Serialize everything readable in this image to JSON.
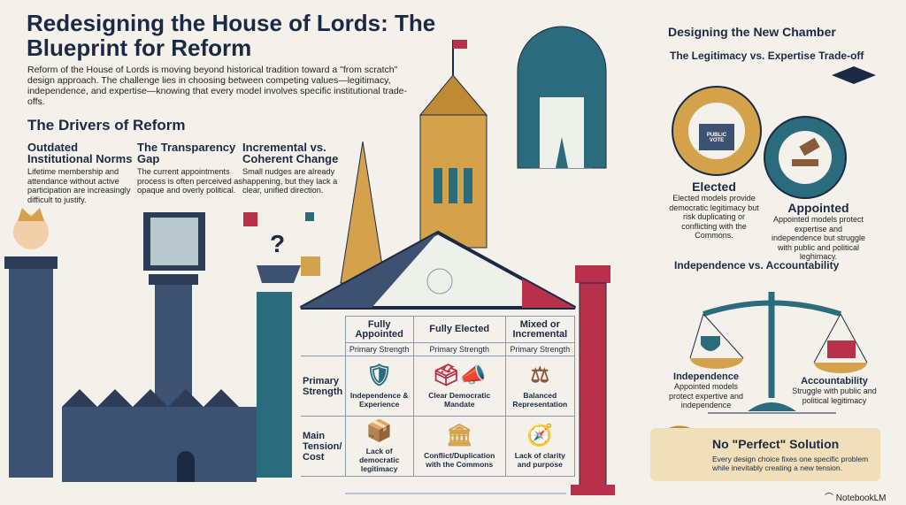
{
  "title": "Redesigning the House of Lords: The Blueprint for Reform",
  "intro": "Reform of the House of Lords is moving beyond historical tradition toward a \"from scratch\" design approach. The challenge lies in choosing between competing values—legitimacy, independence, and expertise—knowing that every model involves specific institutional trade-offs.",
  "drivers": {
    "heading": "The Drivers of Reform",
    "items": [
      {
        "title": "Outdated Institutional Norms",
        "text": "Lifetime membership and attendance without active participation are increasingly difficult to justify."
      },
      {
        "title": "The Transparency Gap",
        "text": "The current appointments process is often perceived as opaque and overly political."
      },
      {
        "title": "Incremental vs. Coherent Change",
        "text": "Small nudges are already happening, but they lack a clear, unified direction."
      }
    ]
  },
  "table": {
    "columns": [
      "Fully Appointed",
      "Fully Elected",
      "Mixed or Incremental"
    ],
    "subheader": "Primary Strength",
    "rows": [
      {
        "label": "Primary Strength",
        "cells": [
          "Independence & Experience",
          "Clear Democratic Mandate",
          "Balanced Representation"
        ]
      },
      {
        "label": "Main Tension/ Cost",
        "cells": [
          "Lack of democratic legitimacy",
          "Conflict/Duplication with the Commons",
          "Lack of clarity and purpose"
        ]
      }
    ]
  },
  "right": {
    "heading": "Designing the New Chamber",
    "subheading": "The Legitimacy vs. Expertise Trade-off",
    "vote_label": "PUBLIC VOTE",
    "elected": {
      "title": "Elected",
      "text": "Elected models provide democratic legitimacy but risk duplicating or conflicting with the Commons."
    },
    "appointed": {
      "title": "Appointed",
      "text": "Appointed models protect expertise and independence but struggle with public and political leghimacy."
    },
    "subheading2": "Independence vs. Accountability",
    "independence": {
      "title": "Independence",
      "text": "Appointed models protect expertive and independence"
    },
    "accountability": {
      "title": "Accountability",
      "text": "Struggle with public and political legitimacy"
    }
  },
  "solution": {
    "title": "No \"Perfect\" Solution",
    "text": "Every design choice fixes one specific problem while inevitably creating a new tension."
  },
  "brand": "NotebookLM",
  "colors": {
    "navy": "#1b2a44",
    "teal": "#2a6b7c",
    "red": "#b8314a",
    "gold": "#d4a24a"
  }
}
